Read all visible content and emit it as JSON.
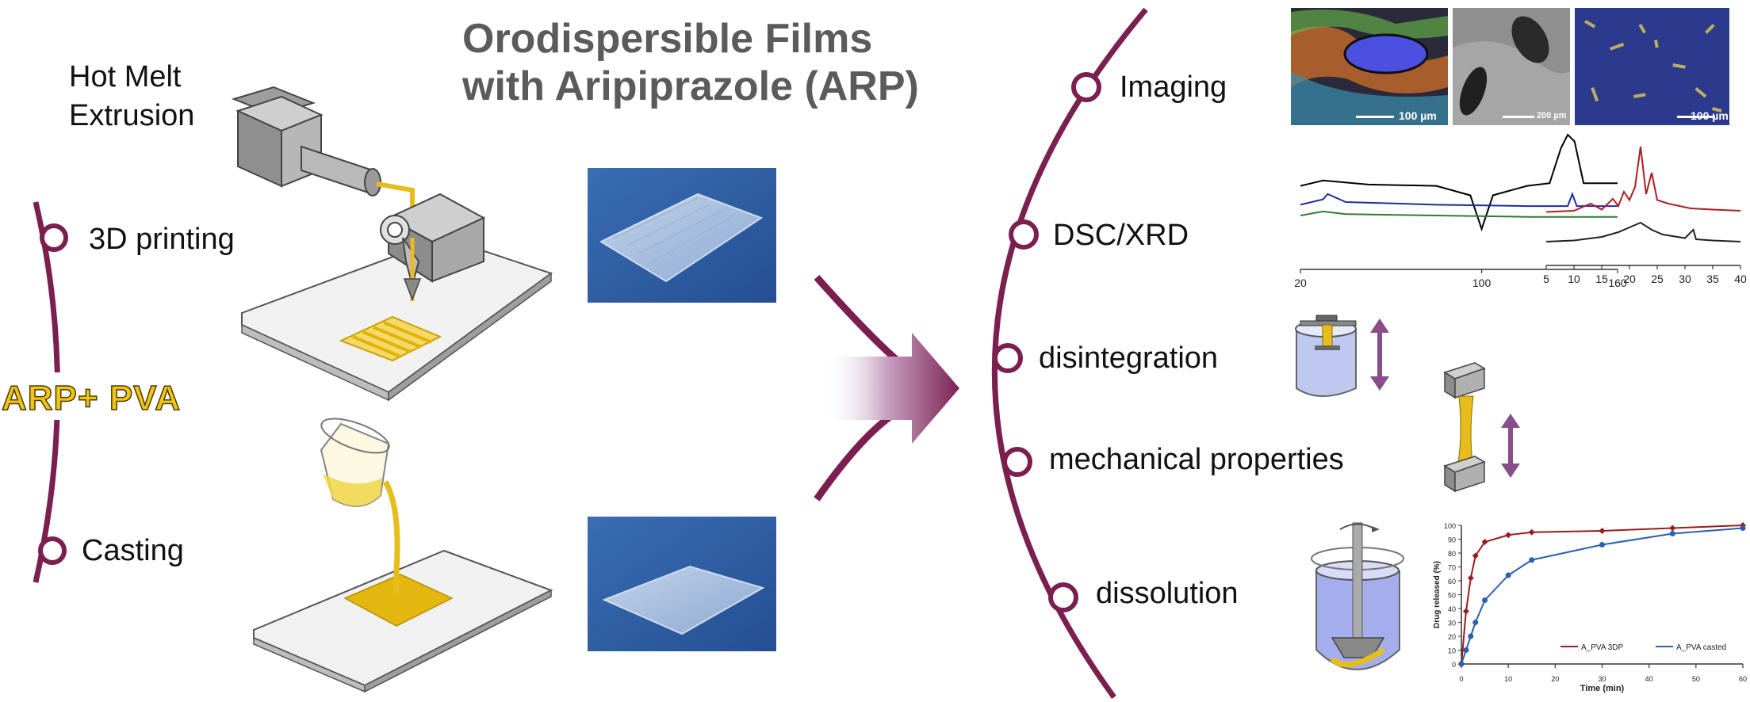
{
  "title": {
    "line1": "Orodispersible Films",
    "line2": "with Aripiprazole (ARP)"
  },
  "left": {
    "hot_melt_line1": "Hot Melt",
    "hot_melt_line2": "Extrusion",
    "printing": "3D printing",
    "center": "ARP+ PVA",
    "casting": "Casting"
  },
  "right": {
    "imaging": "Imaging",
    "dsc": "DSC/XRD",
    "disintegration": "disintegration",
    "mechanical": "mechanical properties",
    "dissolution": "dissolution"
  },
  "micrographs": {
    "scale1": "100 µm",
    "scale2": "200 µm",
    "scale3": "100 µm"
  },
  "colors": {
    "maroon": "#7a1f4f",
    "yellow": "#e6bd1c",
    "photo_blue": "#2e5ea4",
    "purple_arrow": "#8a4d8c"
  },
  "icons": [
    "hot-melt-extruder-icon",
    "3d-printer-nozzle-icon",
    "beaker-pour-icon",
    "disintegration-basket-icon",
    "tensile-clamp-icon",
    "dissolution-vessel-icon",
    "double-arrow-icon"
  ],
  "chart_data": [
    {
      "type": "line",
      "name_hint": "DSC",
      "xticks": [
        "20",
        "100",
        "160"
      ],
      "xlim": [
        20,
        160
      ],
      "series": [
        {
          "color": "#000000",
          "x": [
            20,
            30,
            50,
            80,
            95,
            100,
            105,
            120,
            130,
            135,
            138,
            141,
            145,
            160
          ],
          "y": [
            0.62,
            0.66,
            0.63,
            0.62,
            0.55,
            0.3,
            0.55,
            0.62,
            0.64,
            0.9,
            1.0,
            0.95,
            0.64,
            0.64
          ]
        },
        {
          "color": "#1a2fa0",
          "x": [
            20,
            30,
            32,
            40,
            80,
            120,
            138,
            140,
            142,
            160
          ],
          "y": [
            0.48,
            0.52,
            0.56,
            0.5,
            0.48,
            0.47,
            0.47,
            0.56,
            0.47,
            0.47
          ]
        },
        {
          "color": "#2e7d32",
          "x": [
            20,
            30,
            40,
            80,
            120,
            160
          ],
          "y": [
            0.4,
            0.43,
            0.41,
            0.4,
            0.39,
            0.39
          ]
        }
      ]
    },
    {
      "type": "line",
      "name_hint": "XRD",
      "xticks": [
        "5",
        "10",
        "15",
        "20",
        "25",
        "30",
        "35",
        "40"
      ],
      "xlim": [
        5,
        40
      ],
      "series": [
        {
          "color": "#b01e1e",
          "x": [
            5,
            10,
            13,
            15,
            17,
            18,
            19,
            20,
            21,
            22,
            23,
            24,
            25,
            27,
            29,
            31,
            35,
            40
          ],
          "y": [
            0.45,
            0.46,
            0.52,
            0.47,
            0.56,
            0.5,
            0.62,
            0.55,
            0.66,
            1.0,
            0.6,
            0.78,
            0.55,
            0.52,
            0.5,
            0.48,
            0.47,
            0.46
          ]
        },
        {
          "color": "#222222",
          "x": [
            5,
            10,
            15,
            18,
            20,
            22,
            24,
            26,
            30,
            31.5,
            32,
            35,
            40
          ],
          "y": [
            0.2,
            0.21,
            0.24,
            0.28,
            0.32,
            0.36,
            0.3,
            0.26,
            0.23,
            0.3,
            0.22,
            0.21,
            0.2
          ]
        }
      ]
    },
    {
      "type": "line",
      "xlabel": "Time (min)",
      "ylabel": "Drug released (%)",
      "xlim": [
        0,
        60
      ],
      "ylim": [
        0,
        100
      ],
      "xticks": [
        "0",
        "10",
        "20",
        "30",
        "40",
        "50",
        "60"
      ],
      "yticks": [
        "0",
        "10",
        "20",
        "30",
        "40",
        "50",
        "60",
        "70",
        "80",
        "90",
        "100"
      ],
      "legend_position": "bottom-right",
      "series": [
        {
          "name": "A_PVA 3DP",
          "color": "#9b1c1c",
          "x": [
            0,
            1,
            2,
            3,
            5,
            10,
            15,
            30,
            45,
            60
          ],
          "y": [
            0,
            38,
            62,
            78,
            88,
            93,
            95,
            96,
            98,
            100
          ]
        },
        {
          "name": "A_PVA casted",
          "color": "#2b5fb0",
          "x": [
            0,
            1,
            2,
            3,
            5,
            10,
            15,
            30,
            45,
            60
          ],
          "y": [
            0,
            10,
            20,
            30,
            46,
            64,
            75,
            86,
            94,
            98
          ]
        }
      ]
    }
  ]
}
